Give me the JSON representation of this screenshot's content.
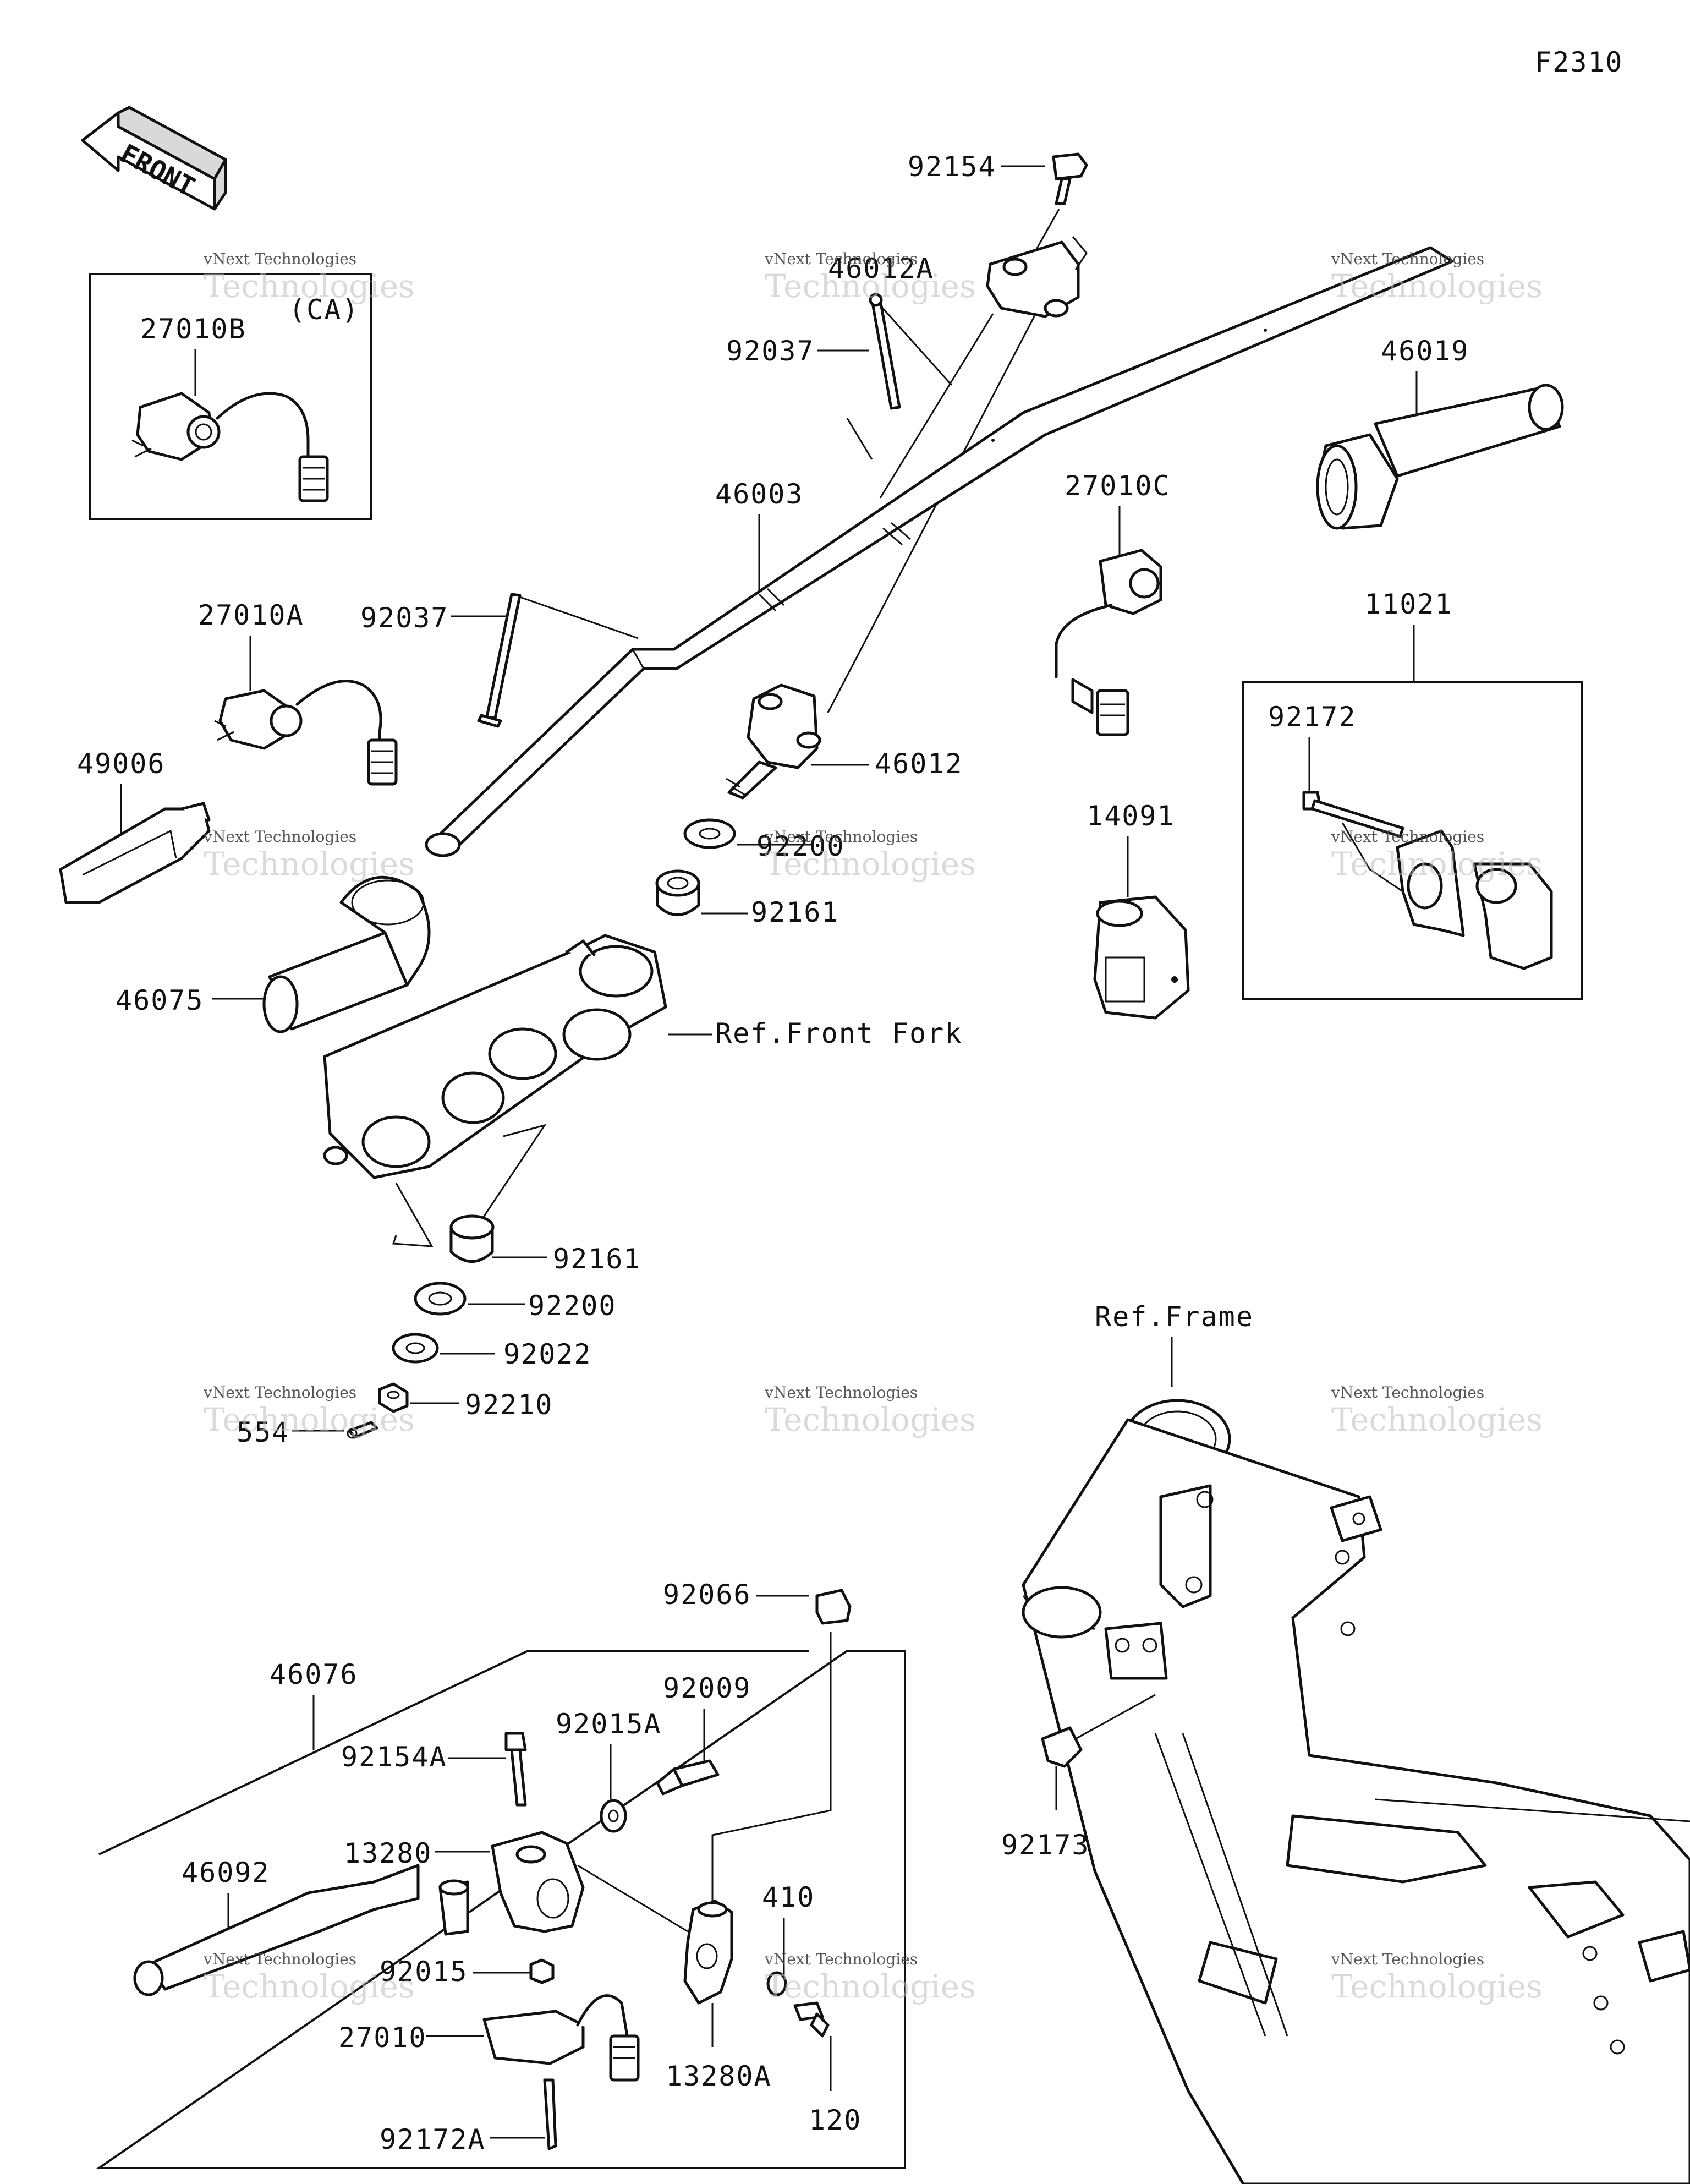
{
  "page_code": "F2310",
  "front_arrow": {
    "label": "FRONT",
    "icon": "front-direction-arrow-icon"
  },
  "region_label_ca": "(CA)",
  "reference_labels": {
    "front_fork": "Ref.Front Fork",
    "frame": "Ref.Frame"
  },
  "watermark": {
    "brand": "vNext",
    "company": "vNext Technologies",
    "word": "Technologies"
  },
  "parts": {
    "p92154": "92154",
    "p46012A": "46012A",
    "p92037_top": "92037",
    "p46019": "46019",
    "p27010B": "27010B",
    "p46003": "46003",
    "p27010C": "27010C",
    "p27010A": "27010A",
    "p92037_mid": "92037",
    "p11021": "11021",
    "p92172": "92172",
    "p49006": "49006",
    "p46012": "46012",
    "p14091": "14091",
    "p92200_top": "92200",
    "p92161_top": "92161",
    "p46075": "46075",
    "p92161_bottom": "92161",
    "p92200_bottom": "92200",
    "p92022": "92022",
    "p92210": "92210",
    "p554": "554",
    "p92066": "92066",
    "p46076": "46076",
    "p92009": "92009",
    "p92015A": "92015A",
    "p92154A": "92154A",
    "p13280": "13280",
    "p46092": "46092",
    "p410": "410",
    "p92015": "92015",
    "p27010": "27010",
    "p13280A": "13280A",
    "p92172A": "92172A",
    "p120": "120",
    "p92173": "92173"
  }
}
